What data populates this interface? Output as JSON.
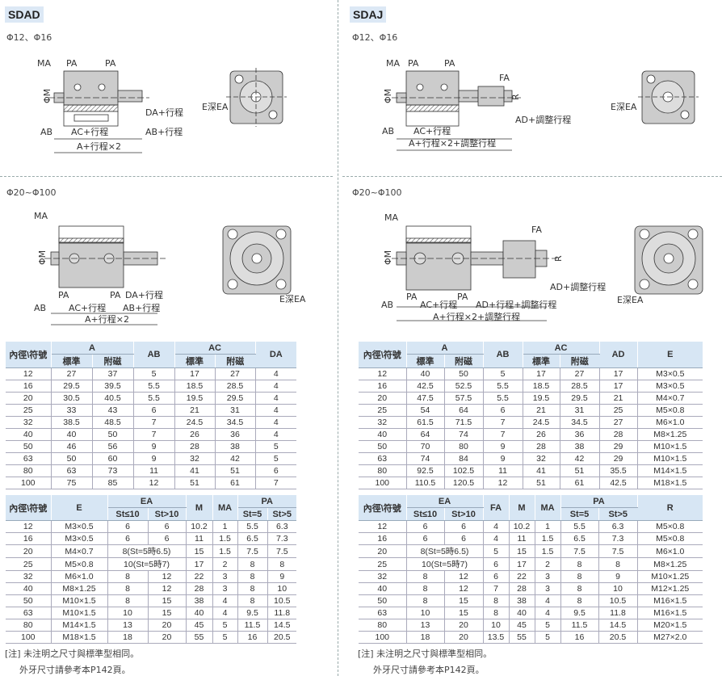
{
  "left": {
    "model": "SDAD",
    "small_bore": "Φ12、Φ16",
    "large_bore": "Φ20~Φ100",
    "small_labels": {
      "ma": "MA",
      "pa1": "PA",
      "pa2": "PA",
      "m": "ΦM",
      "da": "DA+行程",
      "e": "E深EA",
      "ab": "AB",
      "ac": "AC+行程",
      "ab2": "AB+行程",
      "a": "A+行程×2"
    },
    "large_labels": {
      "ma": "MA",
      "m": "ΦM",
      "pa1": "PA",
      "pa2": "PA",
      "da": "DA+行程",
      "ab": "AB",
      "ac": "AC+行程",
      "ab2": "AB+行程",
      "a": "A+行程×2",
      "e": "E深EA"
    },
    "table1": {
      "head_top": [
        "內徑\\符號",
        "A",
        "AB",
        "AC",
        "DA"
      ],
      "head_sub": [
        "標準",
        "附磁",
        "標準",
        "附磁"
      ],
      "rows": [
        [
          "12",
          "27",
          "37",
          "5",
          "17",
          "27",
          "4"
        ],
        [
          "16",
          "29.5",
          "39.5",
          "5.5",
          "18.5",
          "28.5",
          "4"
        ],
        [
          "20",
          "30.5",
          "40.5",
          "5.5",
          "19.5",
          "29.5",
          "4"
        ],
        [
          "25",
          "33",
          "43",
          "6",
          "21",
          "31",
          "4"
        ],
        [
          "32",
          "38.5",
          "48.5",
          "7",
          "24.5",
          "34.5",
          "4"
        ],
        [
          "40",
          "40",
          "50",
          "7",
          "26",
          "36",
          "4"
        ],
        [
          "50",
          "46",
          "56",
          "9",
          "28",
          "38",
          "5"
        ],
        [
          "63",
          "50",
          "60",
          "9",
          "32",
          "42",
          "5"
        ],
        [
          "80",
          "63",
          "73",
          "11",
          "41",
          "51",
          "6"
        ],
        [
          "100",
          "75",
          "85",
          "12",
          "51",
          "61",
          "7"
        ]
      ]
    },
    "table2": {
      "head_top": [
        "內徑\\符號",
        "E",
        "EA",
        "M",
        "MA",
        "PA"
      ],
      "head_sub": [
        "St≤10",
        "St>10",
        "St=5",
        "St>5"
      ],
      "rows": [
        [
          "12",
          "M3×0.5",
          "6",
          "6",
          "10.2",
          "1",
          "5.5",
          "6.3"
        ],
        [
          "16",
          "M3×0.5",
          "6",
          "6",
          "11",
          "1.5",
          "6.5",
          "7.3"
        ],
        [
          "20",
          "M4×0.7",
          "8(St=5時6.5)",
          null,
          "15",
          "1.5",
          "7.5",
          "7.5"
        ],
        [
          "25",
          "M5×0.8",
          "10(St=5時7)",
          null,
          "17",
          "2",
          "8",
          "8"
        ],
        [
          "32",
          "M6×1.0",
          "8",
          "12",
          "22",
          "3",
          "8",
          "9"
        ],
        [
          "40",
          "M8×1.25",
          "8",
          "12",
          "28",
          "3",
          "8",
          "10"
        ],
        [
          "50",
          "M10×1.5",
          "8",
          "15",
          "38",
          "4",
          "8",
          "10.5"
        ],
        [
          "63",
          "M10×1.5",
          "10",
          "15",
          "40",
          "4",
          "9.5",
          "11.8"
        ],
        [
          "80",
          "M14×1.5",
          "13",
          "20",
          "45",
          "5",
          "11.5",
          "14.5"
        ],
        [
          "100",
          "M18×1.5",
          "18",
          "20",
          "55",
          "5",
          "16",
          "20.5"
        ]
      ]
    },
    "note1": "[注] 未注明之尺寸與標準型相同。",
    "note2": "外牙尺寸請參考本P142頁。"
  },
  "right": {
    "model": "SDAJ",
    "small_bore": "Φ12、Φ16",
    "large_bore": "Φ20~Φ100",
    "small_labels": {
      "ma": "MA",
      "pa1": "PA",
      "pa2": "PA",
      "m": "ΦM",
      "fa": "FA",
      "r": "R",
      "e": "E深EA",
      "ad": "AD+調整行程",
      "ab": "AB",
      "ac": "AC+行程",
      "a": "A+行程×2+調整行程"
    },
    "large_labels": {
      "ma": "MA",
      "m": "ΦM",
      "fa": "FA",
      "r": "R",
      "ad": "AD+調整行程",
      "pa1": "PA",
      "pa2": "PA",
      "ab": "AB",
      "ac": "AC+行程",
      "ad2": "AD+行程+調整行程",
      "a": "A+行程×2+調整行程",
      "e": "E深EA"
    },
    "table1": {
      "head_top": [
        "內徑\\符號",
        "A",
        "AB",
        "AC",
        "AD",
        "E"
      ],
      "head_sub": [
        "標準",
        "附磁",
        "標準",
        "附磁"
      ],
      "rows": [
        [
          "12",
          "40",
          "50",
          "5",
          "17",
          "27",
          "17",
          "M3×0.5"
        ],
        [
          "16",
          "42.5",
          "52.5",
          "5.5",
          "18.5",
          "28.5",
          "17",
          "M3×0.5"
        ],
        [
          "20",
          "47.5",
          "57.5",
          "5.5",
          "19.5",
          "29.5",
          "21",
          "M4×0.7"
        ],
        [
          "25",
          "54",
          "64",
          "6",
          "21",
          "31",
          "25",
          "M5×0.8"
        ],
        [
          "32",
          "61.5",
          "71.5",
          "7",
          "24.5",
          "34.5",
          "27",
          "M6×1.0"
        ],
        [
          "40",
          "64",
          "74",
          "7",
          "26",
          "36",
          "28",
          "M8×1.25"
        ],
        [
          "50",
          "70",
          "80",
          "9",
          "28",
          "38",
          "29",
          "M10×1.5"
        ],
        [
          "63",
          "74",
          "84",
          "9",
          "32",
          "42",
          "29",
          "M10×1.5"
        ],
        [
          "80",
          "92.5",
          "102.5",
          "11",
          "41",
          "51",
          "35.5",
          "M14×1.5"
        ],
        [
          "100",
          "110.5",
          "120.5",
          "12",
          "51",
          "61",
          "42.5",
          "M18×1.5"
        ]
      ]
    },
    "table2": {
      "head_top": [
        "內徑\\符號",
        "EA",
        "FA",
        "M",
        "MA",
        "PA",
        "R"
      ],
      "head_sub": [
        "St≤10",
        "St>10",
        "St=5",
        "St>5"
      ],
      "rows": [
        [
          "12",
          "6",
          "6",
          "4",
          "10.2",
          "1",
          "5.5",
          "6.3",
          "M5×0.8"
        ],
        [
          "16",
          "6",
          "6",
          "4",
          "11",
          "1.5",
          "6.5",
          "7.3",
          "M5×0.8"
        ],
        [
          "20",
          "8(St=5時6.5)",
          null,
          "5",
          "15",
          "1.5",
          "7.5",
          "7.5",
          "M6×1.0"
        ],
        [
          "25",
          "10(St=5時7)",
          null,
          "6",
          "17",
          "2",
          "8",
          "8",
          "M8×1.25"
        ],
        [
          "32",
          "8",
          "12",
          "6",
          "22",
          "3",
          "8",
          "9",
          "M10×1.25"
        ],
        [
          "40",
          "8",
          "12",
          "7",
          "28",
          "3",
          "8",
          "10",
          "M12×1.25"
        ],
        [
          "50",
          "8",
          "15",
          "8",
          "38",
          "4",
          "8",
          "10.5",
          "M16×1.5"
        ],
        [
          "63",
          "10",
          "15",
          "8",
          "40",
          "4",
          "9.5",
          "11.8",
          "M16×1.5"
        ],
        [
          "80",
          "13",
          "20",
          "10",
          "45",
          "5",
          "11.5",
          "14.5",
          "M20×1.5"
        ],
        [
          "100",
          "18",
          "20",
          "13.5",
          "55",
          "5",
          "16",
          "20.5",
          "M27×2.0"
        ]
      ]
    },
    "note1": "[注] 未注明之尺寸與標準型相同。",
    "note2": "外牙尺寸請參考本P142頁。"
  }
}
